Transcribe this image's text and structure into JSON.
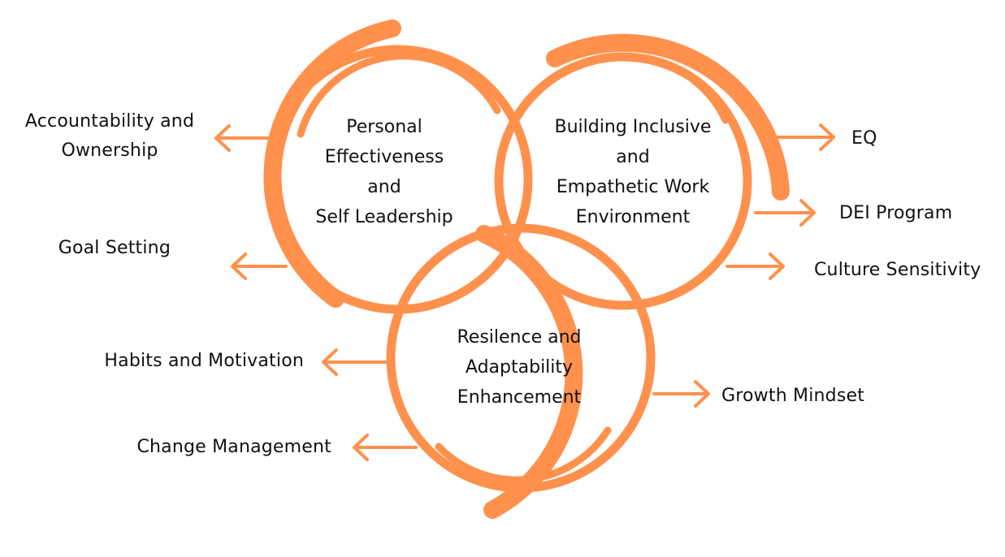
{
  "colors": {
    "accent": "#FF914D",
    "text": "#111111",
    "background": "#FFFFFF"
  },
  "circles": {
    "personal": {
      "lines": [
        "Personal",
        "Effectiveness",
        "and",
        "Self Leadership"
      ]
    },
    "inclusive": {
      "lines": [
        "Building Inclusive",
        "and",
        "Empathetic Work",
        "Environment"
      ]
    },
    "resilience": {
      "lines": [
        "Resilence and",
        "Adaptability",
        "Enhancement"
      ]
    }
  },
  "branches": {
    "accountability": {
      "line1": "Accountability and",
      "line2": "Ownership"
    },
    "goal_setting": "Goal Setting",
    "habits": "Habits and Motivation",
    "change": "Change Management",
    "eq": "EQ",
    "dei": "DEI Program",
    "culture": "Culture Sensitivity",
    "growth": "Growth Mindset"
  }
}
